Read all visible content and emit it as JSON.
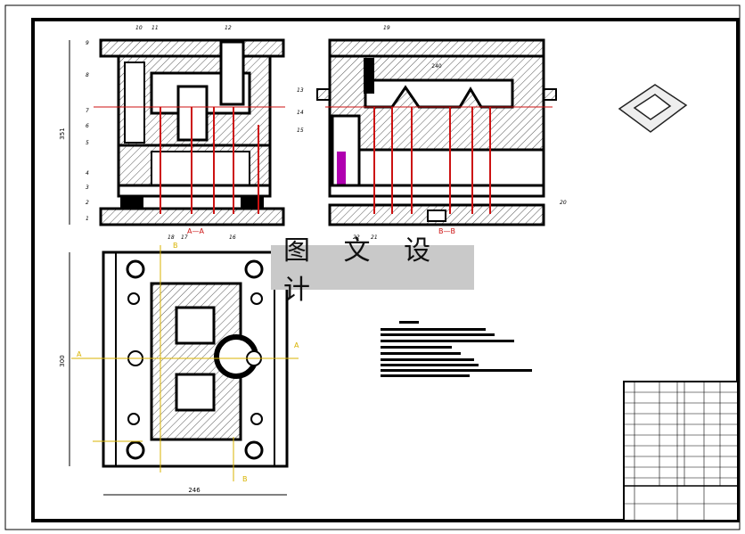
{
  "banner": {
    "text": "图 文 设 计"
  },
  "dims": {
    "height_left": "351",
    "width_bottom": "246",
    "height_plan": "300",
    "inner_width": "240"
  },
  "section_labels": {
    "aa": "A—A",
    "bb": "B—B",
    "a": "A",
    "b": "B"
  },
  "part_numbers": [
    "1",
    "2",
    "3",
    "4",
    "5",
    "6",
    "7",
    "8",
    "9",
    "10",
    "11",
    "12",
    "13",
    "14",
    "15",
    "16",
    "17",
    "18",
    "19",
    "20",
    "21",
    "22"
  ],
  "colors": {
    "line": "#000000",
    "red": "#cc1111",
    "yellow": "#d9b300",
    "magenta": "#b000b0",
    "hatch": "#555555",
    "banner": "#c9c9c9"
  }
}
